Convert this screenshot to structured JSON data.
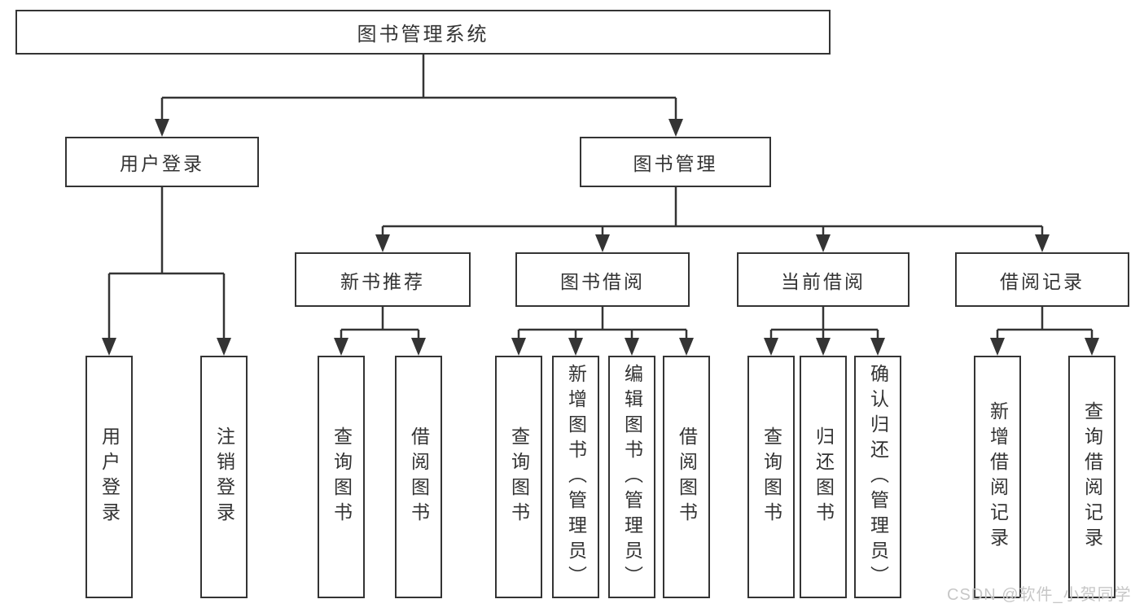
{
  "colors": {
    "line": "#343434",
    "text": "#333333",
    "watermark": "#c7c7c7"
  },
  "watermark": {
    "text": "CSDN @软件_小贺同学"
  },
  "tree": {
    "label": "图书管理系统",
    "children": [
      {
        "label": "用户登录",
        "children": [
          {
            "label": "用户登录"
          },
          {
            "label": "注销登录"
          }
        ]
      },
      {
        "label": "图书管理",
        "children": [
          {
            "label": "新书推荐",
            "children": [
              {
                "label": "查询图书"
              },
              {
                "label": "借阅图书"
              }
            ]
          },
          {
            "label": "图书借阅",
            "children": [
              {
                "label": "查询图书"
              },
              {
                "label": "新增图书（管理员）"
              },
              {
                "label": "编辑图书（管理员）"
              },
              {
                "label": "借阅图书"
              }
            ]
          },
          {
            "label": "当前借阅",
            "children": [
              {
                "label": "查询图书"
              },
              {
                "label": "归还图书"
              },
              {
                "label": "确认归还（管理员）"
              }
            ]
          },
          {
            "label": "借阅记录",
            "children": [
              {
                "label": "新增借阅记录"
              },
              {
                "label": "查询借阅记录"
              }
            ]
          }
        ]
      }
    ]
  }
}
